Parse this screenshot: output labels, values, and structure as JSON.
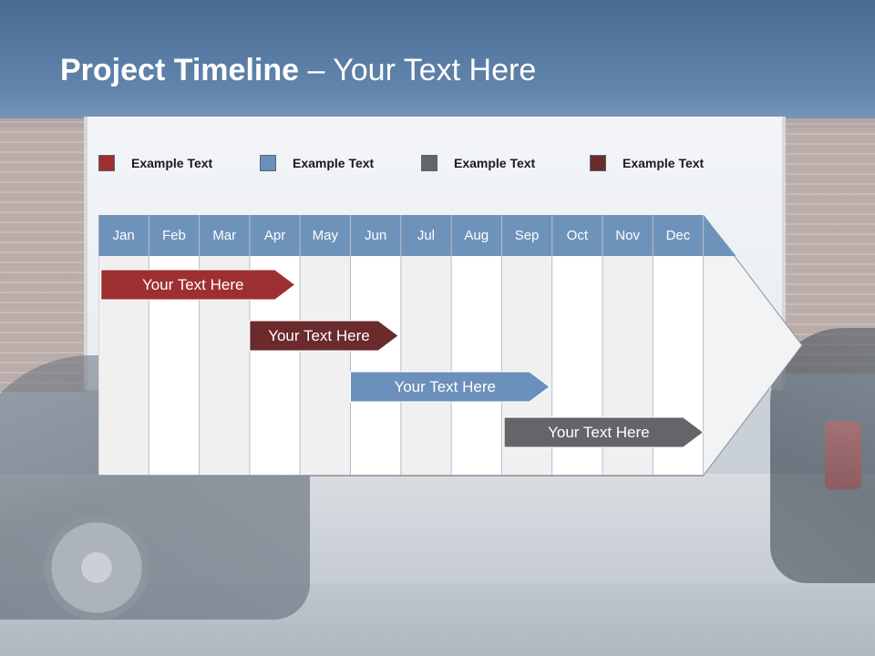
{
  "slide": {
    "title_bold": "Project Timeline",
    "title_rest": " – Your Text Here"
  },
  "legend": [
    {
      "label": "Example Text",
      "color": "#9e2f31"
    },
    {
      "label": "Example Text",
      "color": "#6a90bb"
    },
    {
      "label": "Example Text",
      "color": "#636569"
    },
    {
      "label": "Example Text",
      "color": "#6b2a2b"
    }
  ],
  "timeline": {
    "months": [
      "Jan",
      "Feb",
      "Mar",
      "Apr",
      "May",
      "Jun",
      "Jul",
      "Aug",
      "Sep",
      "Oct",
      "Nov",
      "Dec"
    ],
    "header_color": "#6e93bb",
    "tasks": [
      {
        "label": "Your  Text Here",
        "start": 0.05,
        "end": 3.9,
        "color": "#9e2f31"
      },
      {
        "label": "Your  Text Here",
        "start": 3.0,
        "end": 5.95,
        "color": "#6b2a2b"
      },
      {
        "label": "Your  Text Here",
        "start": 5.0,
        "end": 8.95,
        "color": "#6a90bb"
      },
      {
        "label": "Your  Text Here",
        "start": 8.05,
        "end": 12.0,
        "color": "#636569"
      }
    ]
  }
}
